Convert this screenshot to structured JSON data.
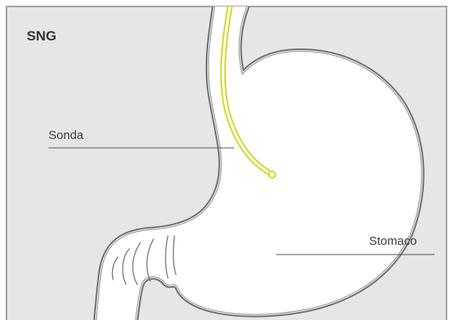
{
  "diagram": {
    "title": "SNG",
    "labels": {
      "probe": "Sonda",
      "stomach": "Stomaco"
    },
    "colors": {
      "background": "#e6e6e6",
      "frame_border": "#8c8c8c",
      "organ_outline": "#6e6e6e",
      "organ_fill": "#ffffff",
      "probe": "#d6d62b",
      "leader_line": "#555555",
      "text": "#3c3c3c"
    }
  }
}
